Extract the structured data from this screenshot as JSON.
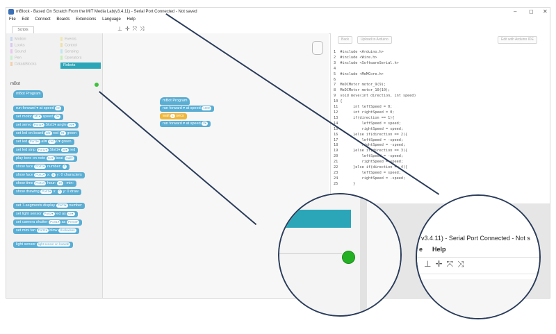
{
  "window": {
    "title": "mBlock - Based On Scratch From the MIT Media Lab(v3.4.11) - Serial Port Connected - Not saved",
    "controls": [
      "–",
      "◻",
      "✕"
    ]
  },
  "menubar": [
    "File",
    "Edit",
    "Connect",
    "Boards",
    "Extensions",
    "Language",
    "Help"
  ],
  "toolbar": {
    "tab_scripts": "Scripts",
    "icons": [
      "stamp-icon",
      "move-icon",
      "grow-icon",
      "shrink-icon"
    ]
  },
  "palette": {
    "categories": [
      {
        "label": "Motion",
        "color": "#c7d7f0"
      },
      {
        "label": "Looks",
        "color": "#d8c8f0"
      },
      {
        "label": "Sound",
        "color": "#e9c7f0"
      },
      {
        "label": "Pen",
        "color": "#c7f0cd"
      },
      {
        "label": "Data&Blocks",
        "color": "#f0d0b0"
      },
      {
        "label": "Events",
        "color": "#f0e7b0"
      },
      {
        "label": "Control",
        "color": "#f0dfa8"
      },
      {
        "label": "Sensing",
        "color": "#c0e6f0"
      },
      {
        "label": "Operators",
        "color": "#c4f0b8"
      },
      {
        "label": "Robots",
        "color": "#2aa6b8"
      }
    ],
    "selected_category": "Robots",
    "extension_name": "mBot",
    "blocks": [
      {
        "text": "mBot Program",
        "hat": true
      },
      {
        "text": "run forward ▾ at speed",
        "pill": "0▾"
      },
      {
        "text": "set motor",
        "pill": "M1▾",
        "text2": "speed",
        "pill2": "0▾"
      },
      {
        "text": "set servo",
        "pill": "Port1▾",
        "text2": "Slot1▾ angle",
        "pill2": "90▾"
      },
      {
        "text": "set led on board",
        "pill": "all▾",
        "text2": "red",
        "pill2": "0▾",
        "text3": "green"
      },
      {
        "text": "set led",
        "pill": "Port1▾",
        "text2": "all▾",
        "pill2": "red",
        "text3": "0▾ green"
      },
      {
        "text": "set led strip",
        "pill": "Port1▾",
        "text2": "Slot1▾",
        "pill2": "all▾",
        "text3": "red"
      },
      {
        "text": "play tone on note",
        "pill": "C4▾",
        "text2": "beat",
        "pill2": "Half▾"
      },
      {
        "text": "show face",
        "pill": "Port1▾",
        "text2": "number:",
        "pill2": "0"
      },
      {
        "text": "show face",
        "pill": "Port1▾",
        "text2": "x:",
        "pill2": "0",
        "text3": "y: 0 characters"
      },
      {
        "text": "show time",
        "pill": "Port1▾",
        "text2": "hour:",
        "pill2": "10",
        "text3": ": min:"
      },
      {
        "text": "show drawing",
        "pill": "Port1▾",
        "text2": "x:",
        "pill2": "0",
        "text3": "y: 0 draw"
      },
      {
        "text": "set 7-segments display",
        "pill": "Port1▾",
        "text2": "number"
      },
      {
        "text": "set light sensor",
        "pill": "Port3▾",
        "text2": "led as",
        "pill2": "on▾"
      },
      {
        "text": "set camera shutter",
        "pill": "Port1▾",
        "text2": "as",
        "pill2": "Press▾"
      },
      {
        "text": "set mini fan",
        "pill": "Port1▾",
        "text2": "blow",
        "pill2": "clockwise▾"
      },
      {
        "text": "light sensor",
        "pill": "light sensor on board▾"
      }
    ]
  },
  "canvas": {
    "script": [
      {
        "text": "mBot Program",
        "hat": true,
        "color": "#5aaed4"
      },
      {
        "text": "run forward ▾ at speed",
        "pill": "100▾",
        "color": "#5aaed4"
      },
      {
        "text": "wait",
        "pill": "1",
        "text2": "secs",
        "color": "#f0b73a"
      },
      {
        "text": "run forward ▾ at speed",
        "pill": "0▾",
        "color": "#5aaed4"
      }
    ]
  },
  "rightpane": {
    "back_button": "Back",
    "upload_button": "Upload to Arduino",
    "edit_button": "Edit with Arduino IDE",
    "code_lines": [
      "1  #include <Arduino.h>",
      "2  #include <Wire.h>",
      "3  #include <SoftwareSerial.h>",
      "4",
      "5  #include <MeMCore.h>",
      "6",
      "7  MeDCMotor motor_9(9);",
      "8  MeDCMotor motor_10(10);",
      "9  void move(int direction, int speed)",
      "10 {",
      "11       int leftSpeed = 0;",
      "12       int rightSpeed = 0;",
      "13       if(direction == 1){",
      "14           leftSpeed = speed;",
      "15           rightSpeed = speed;",
      "16       }else if(direction == 2){",
      "17           leftSpeed = -speed;",
      "18           rightSpeed = -speed;",
      "19       }else if(direction == 3){",
      "20           leftSpeed = -speed;",
      "21           rightSpeed = speed;",
      "22       }else if(direction == 4){",
      "23           leftSpeed = speed;",
      "24           rightSpeed = -speed;",
      "25       }"
    ]
  },
  "zoom_right": {
    "title_fragment": "v3.4.11) - Serial Port Connected - Not s",
    "menu_fragment": "e",
    "menu_help": "Help"
  },
  "colors": {
    "accent": "#2aa6b8",
    "block": "#5aaed4",
    "connected": "#23b123",
    "outline": "#2a3c5a"
  }
}
